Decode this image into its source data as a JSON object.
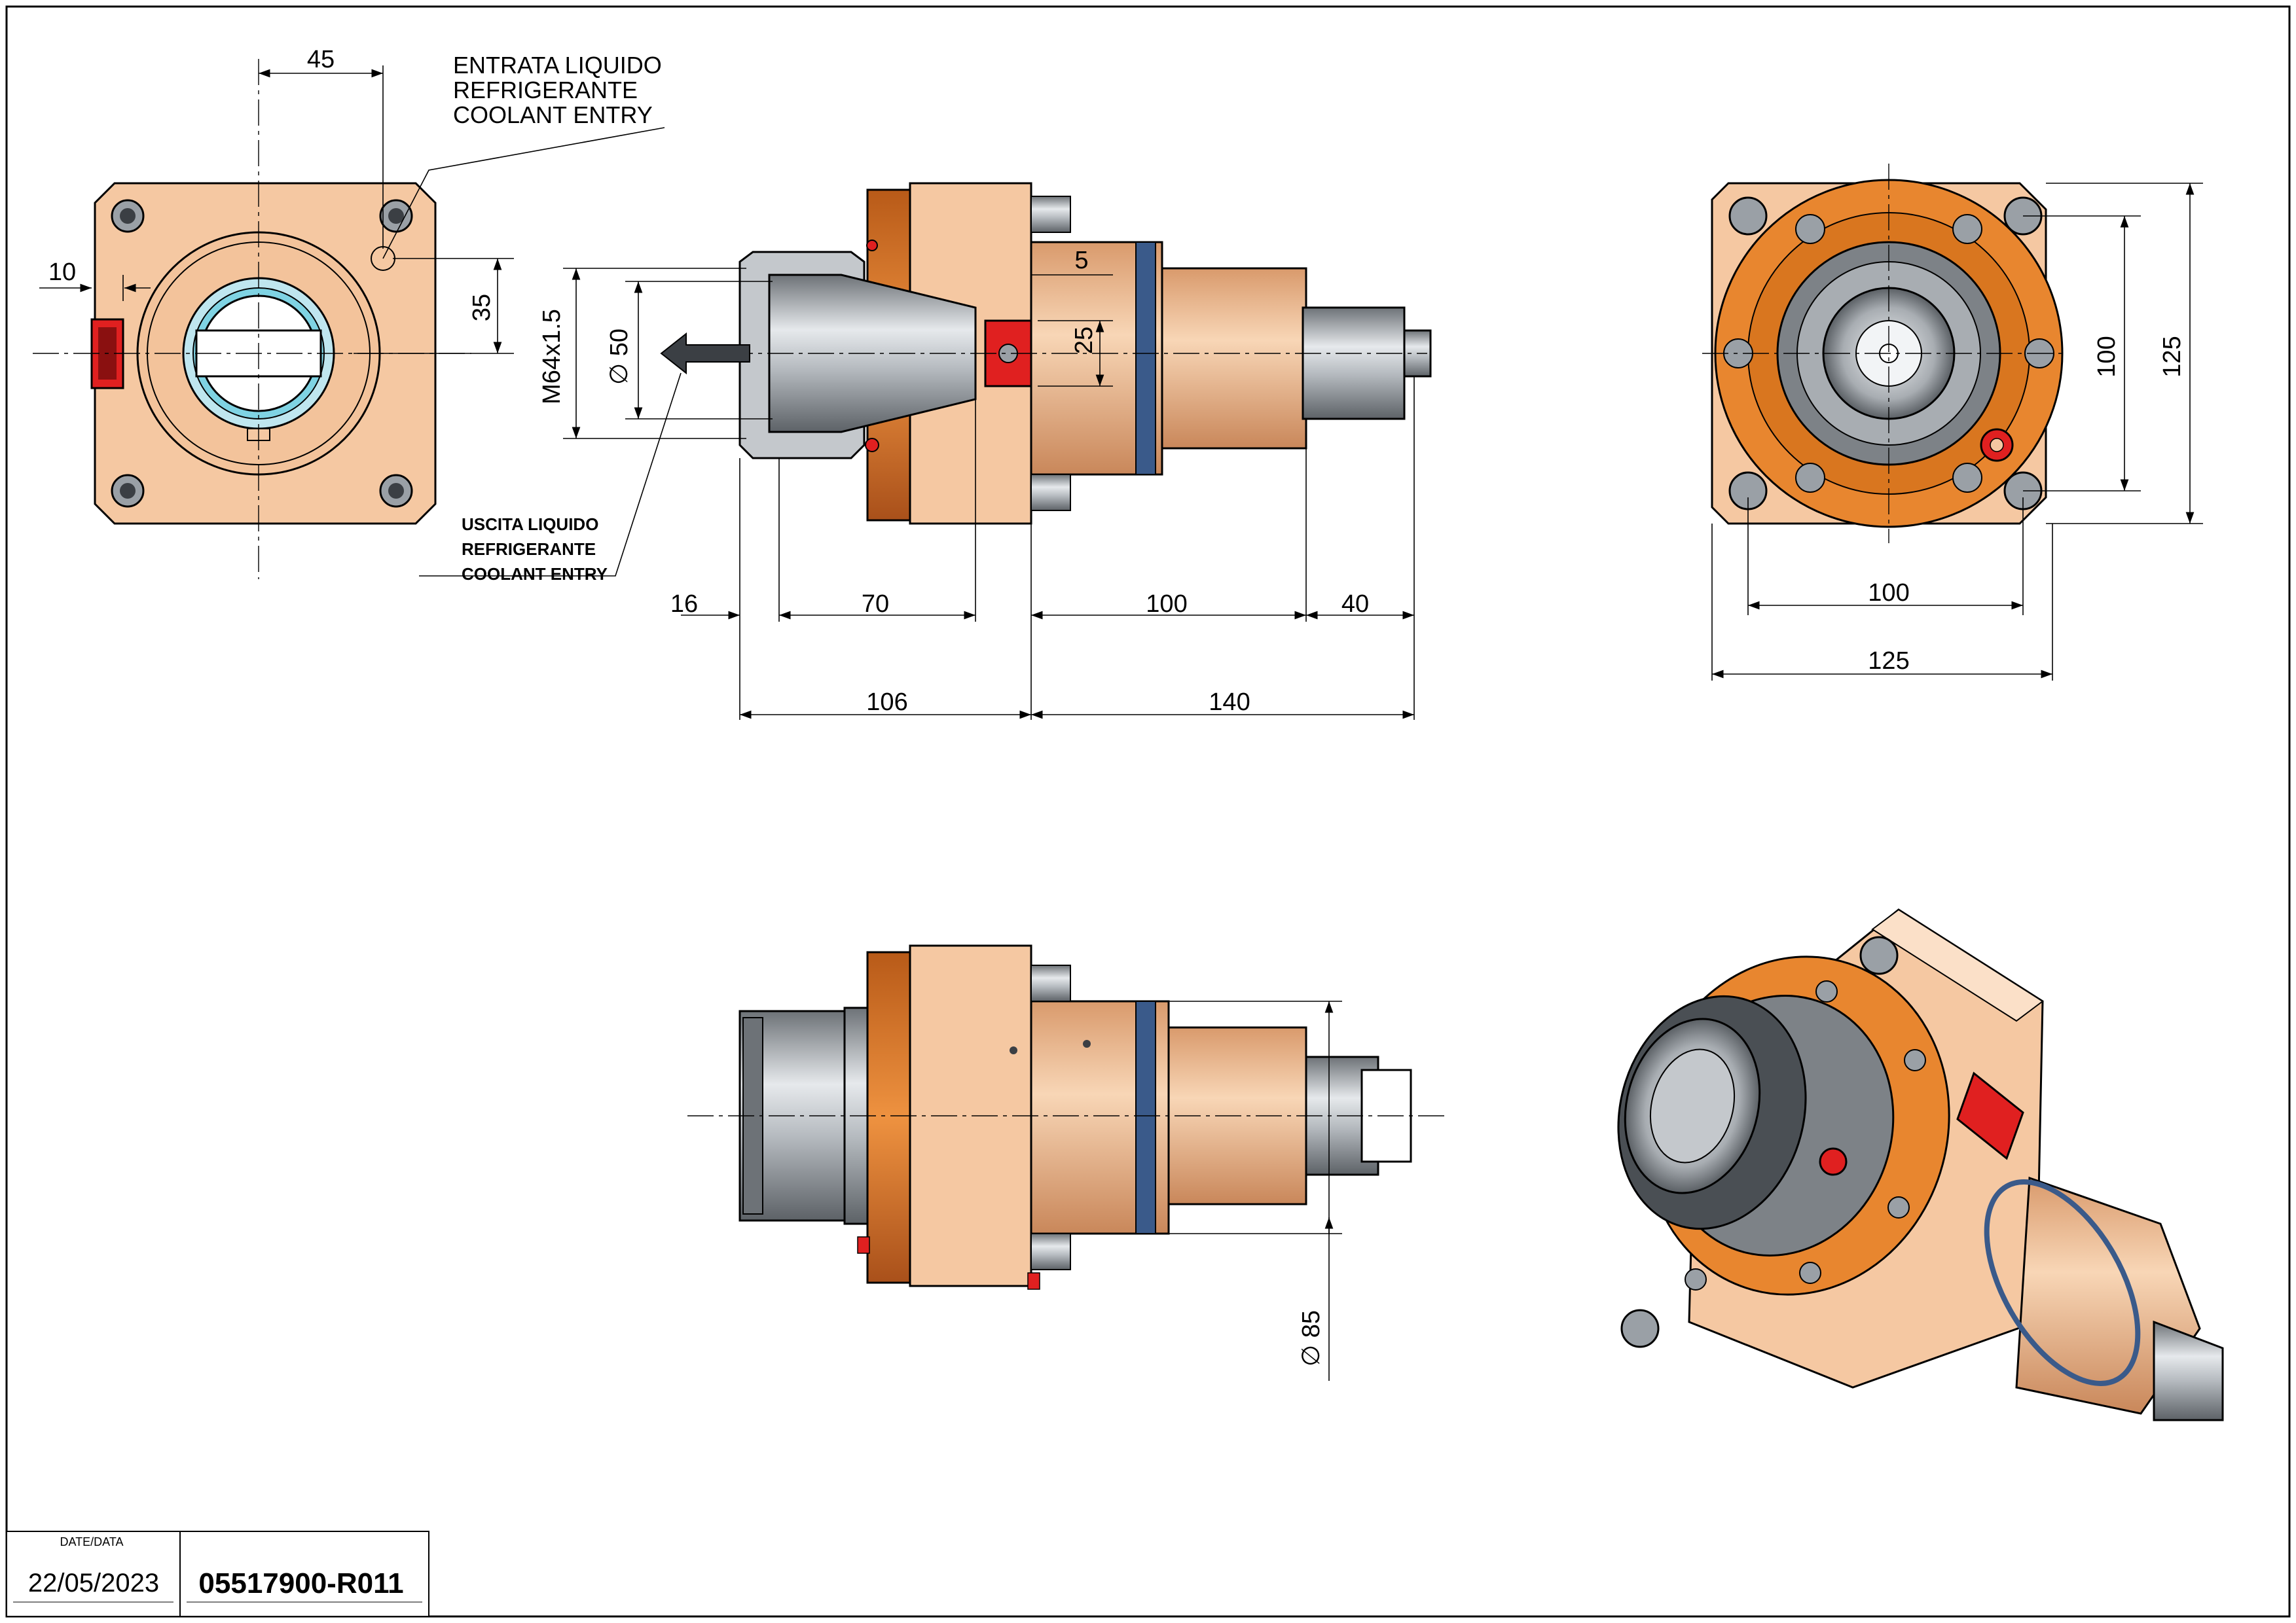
{
  "drawing": {
    "notes": {
      "coolant_entry_top": [
        "ENTRATA LIQUIDO",
        "REFRIGERANTE",
        "COOLANT ENTRY"
      ],
      "coolant_exit": [
        "USCITA LIQUIDO",
        "REFRIGERANTE",
        "COOLANT ENTRY"
      ]
    },
    "dimensions": {
      "front_width_45": "45",
      "front_offset_10": "10",
      "front_height_35": "35",
      "thread": "M64x1.5",
      "dia_50": "∅ 50",
      "groove_5": "5",
      "groove_25": "25",
      "len_16": "16",
      "len_70": "70",
      "len_100": "100",
      "len_40": "40",
      "len_106": "106",
      "len_140": "140",
      "rear_h_100": "100",
      "rear_h_125": "125",
      "rear_w_100": "100",
      "rear_w_125": "125",
      "dia_85": "∅ 85"
    },
    "colors": {
      "body": "#f5c8a2",
      "flange": "#e8862f",
      "steel": "#c4c8cc",
      "steel_dark": "#7d8287",
      "seal_blue": "#3a5a8a",
      "red_plug": "#e02020"
    }
  },
  "title_block": {
    "date_label": "DATE/DATA",
    "date": "22/05/2023",
    "code": "05517900-R011"
  }
}
